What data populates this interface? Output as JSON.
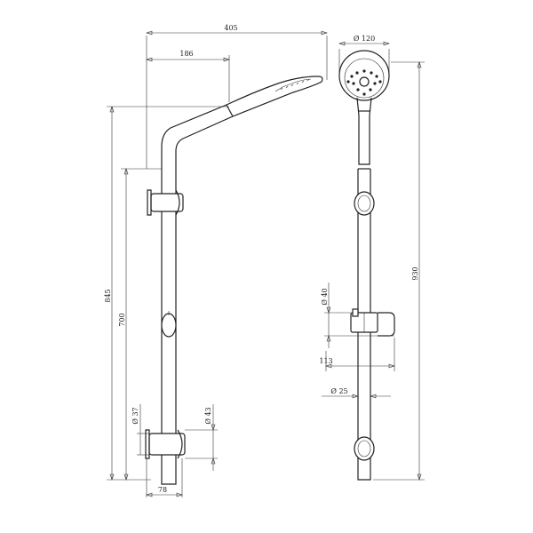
{
  "dimensions": {
    "overall_width": "405",
    "head_offset": "186",
    "head_diameter": "Ø 120",
    "total_height": "845",
    "rail_height": "700",
    "overall_height": "930",
    "bracket_diameter_small": "Ø 37",
    "bracket_diameter_large": "Ø 43",
    "bracket_offset": "78",
    "slider_diameter": "Ø 40",
    "slider_projection": "113",
    "pipe_diameter": "Ø 25"
  }
}
